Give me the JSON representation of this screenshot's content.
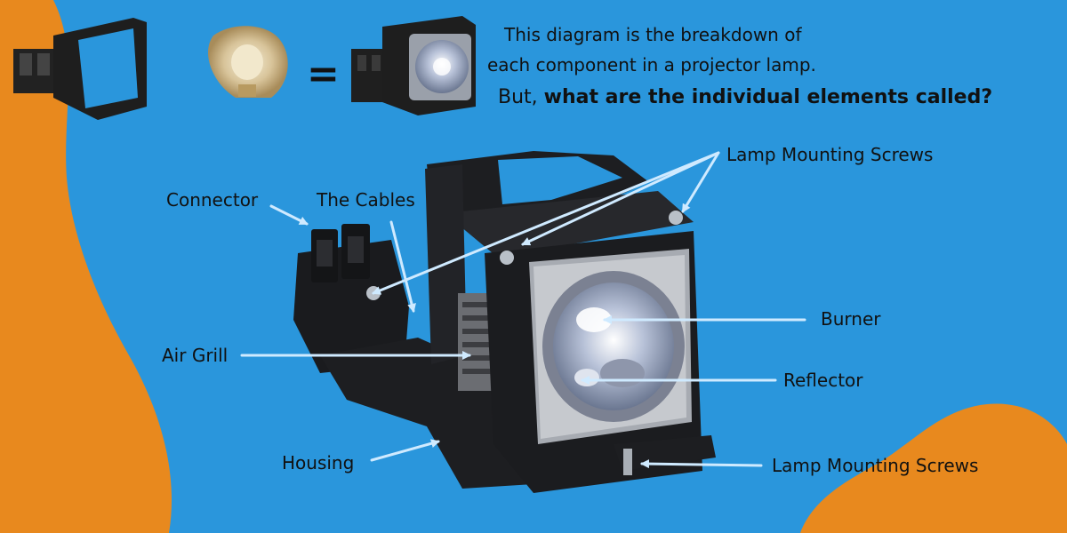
{
  "intro": {
    "line1": "This diagram is the breakdown of",
    "line2": "each component in a projector lamp.",
    "question_prefix": "But, ",
    "question_bold": "what are the individual elements called?",
    "equals": "="
  },
  "labels": {
    "lamp_mounting_screws_top": "Lamp Mounting Screws",
    "connector": "Connector",
    "the_cables": "The Cables",
    "burner": "Burner",
    "air_grill": "Air Grill",
    "reflector": "Reflector",
    "housing": "Housing",
    "lamp_mounting_screws_bottom": "Lamp Mounting Screws"
  },
  "colors": {
    "background": "#2a96dc",
    "accent_blob": "#e8891e",
    "arrow": "#cfeaff",
    "housing": "#1e1f22"
  }
}
